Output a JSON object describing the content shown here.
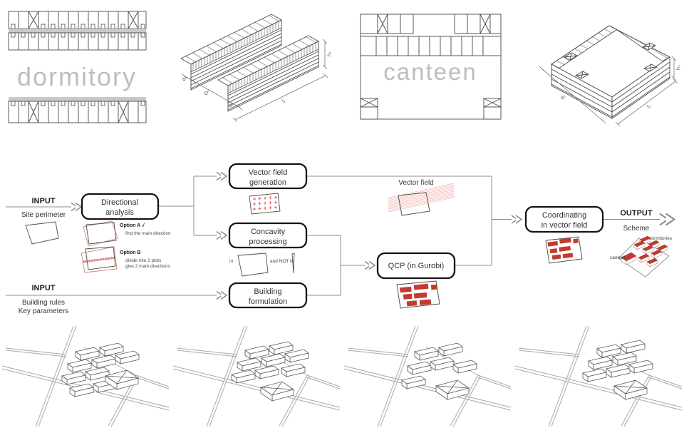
{
  "top_row": {
    "dormitory_label": "dormitory",
    "canteen_label": "canteen",
    "dorm_dims": {
      "d_left": "d₂",
      "D_mid": "Dₙ",
      "d_right": "d₂",
      "length": "l₂",
      "height": "h₂"
    },
    "canteen_dims": {
      "depth": "d₃",
      "length": "l₃",
      "height": "h₃"
    }
  },
  "flowchart": {
    "input_site": {
      "title": "INPUT",
      "subtitle": "Site perimeter"
    },
    "input_rules": {
      "title": "INPUT",
      "line1": "Building rules",
      "line2": "Key parameters"
    },
    "boxes": {
      "directional": [
        "Directional",
        "analysis"
      ],
      "vector_generation": [
        "Vector field",
        "generation"
      ],
      "concavity": [
        "Concavity",
        "processing"
      ],
      "building_formulation": [
        "Building",
        "formulation"
      ],
      "qcp": "QCP (in Gurobi)",
      "coordinating": [
        "Coordinating",
        "in vector field"
      ]
    },
    "options": {
      "a_title": "Option A √",
      "a_desc": "find the main direction",
      "b_title": "Option B",
      "b_desc1": "divide into 2 plots",
      "b_desc2": "give 2 main directions"
    },
    "concavity_labels": {
      "inside": "in",
      "not_inside": "and NOT in"
    },
    "vector_field_caption": "Vector field",
    "output": {
      "title": "OUTPUT",
      "subtitle": "Scheme"
    },
    "scheme_labels": {
      "dormitories": "dormitories",
      "canteen": "canteen"
    }
  },
  "colors": {
    "red": "#c23b2e",
    "red_light": "#f0b9b2",
    "gray_text": "#bdbdbd",
    "line_gray": "#8c8c8c"
  }
}
